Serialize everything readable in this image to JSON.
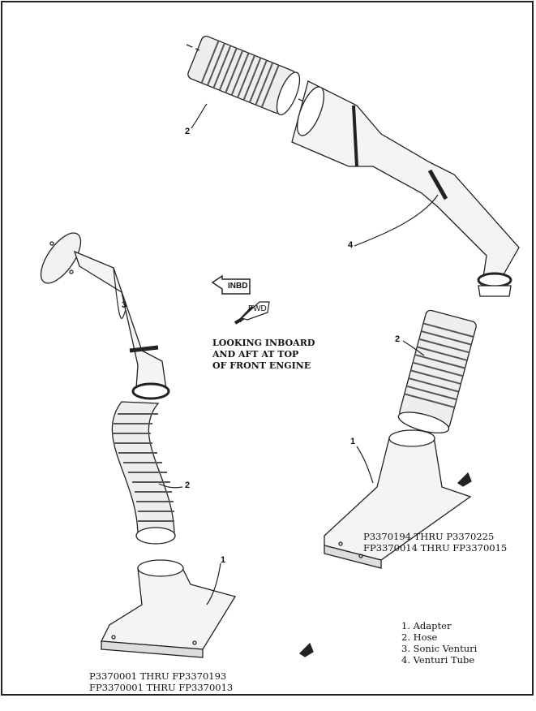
{
  "view_note": [
    "LOOKING INBOARD",
    "AND AFT AT TOP",
    "OF FRONT ENGINE"
  ],
  "orientation": {
    "inbd": "INBD",
    "fwd": "FWD"
  },
  "callouts": {
    "hose_upper": "2",
    "venturi_tube": "4",
    "hose_right": "2",
    "adapter_right": "1",
    "sonic_venturi": "3",
    "hose_left": "2",
    "adapter_left": "1"
  },
  "effectivity_right": [
    "P3370194 THRU P3370225",
    "FP3370014 THRU FP3370015"
  ],
  "effectivity_left": [
    "P3370001 THRU FP3370193",
    "FP3370001 THRU FP3370013"
  ],
  "legend": [
    "1.  Adapter",
    "2.  Hose",
    "3.  Sonic Venturi",
    "4.  Venturi Tube"
  ]
}
